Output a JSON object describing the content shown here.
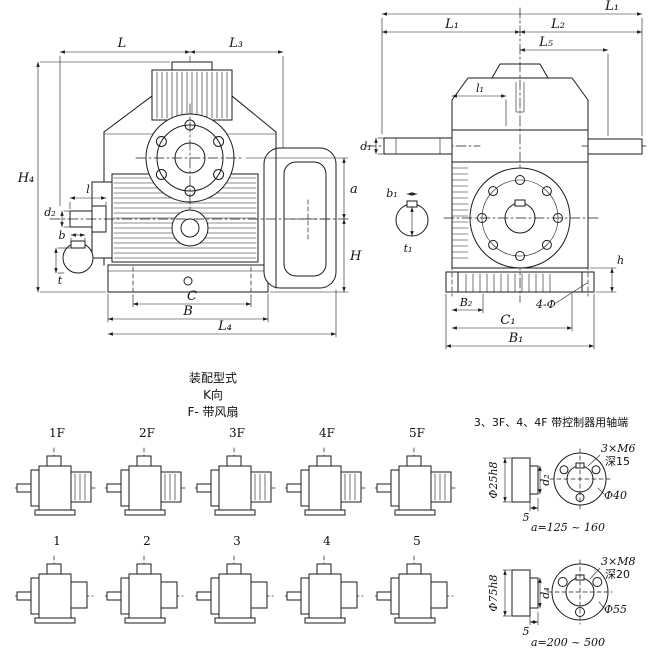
{
  "left_view": {
    "L": "L",
    "L3": "L₃",
    "H4": "H₄",
    "l": "l",
    "d2": "d₂",
    "b": "b",
    "t": "t",
    "C": "C",
    "B": "B",
    "L4": "L₄",
    "a": "a",
    "H": "H"
  },
  "right_view": {
    "L1_top": "L₁",
    "L1": "L₁",
    "L2": "L₂",
    "L5": "L₅",
    "l1": "l₁",
    "d1": "d₁",
    "b1": "b₁",
    "t1": "t₁",
    "B2": "B₂",
    "C1": "C₁",
    "B1": "B₁",
    "holes": "4-Φ",
    "h": "h"
  },
  "caption": {
    "line1": "装配型式",
    "line2": "K向",
    "line3": "F- 带风扇"
  },
  "variants": {
    "row1": [
      {
        "label": "1F"
      },
      {
        "label": "2F"
      },
      {
        "label": "3F"
      },
      {
        "label": "4F"
      },
      {
        "label": "5F"
      }
    ],
    "row2": [
      {
        "label": "1"
      },
      {
        "label": "2"
      },
      {
        "label": "3"
      },
      {
        "label": "4"
      },
      {
        "label": "5"
      }
    ]
  },
  "shaft_ends": {
    "title": "3、3F、4、4F 带控制器用轴端",
    "details": [
      {
        "shaft_dia": "Φ25h8",
        "hub": "d₂",
        "step": "5",
        "thread": "3×M6",
        "depth": "深15",
        "bolt_circle": "Φ40",
        "range": "a=125 ~ 160"
      },
      {
        "shaft_dia": "Φ75h8",
        "hub": "d₄",
        "step": "5",
        "thread": "3×M8",
        "depth": "深20",
        "bolt_circle": "Φ55",
        "range": "a=200 ~ 500"
      }
    ]
  }
}
